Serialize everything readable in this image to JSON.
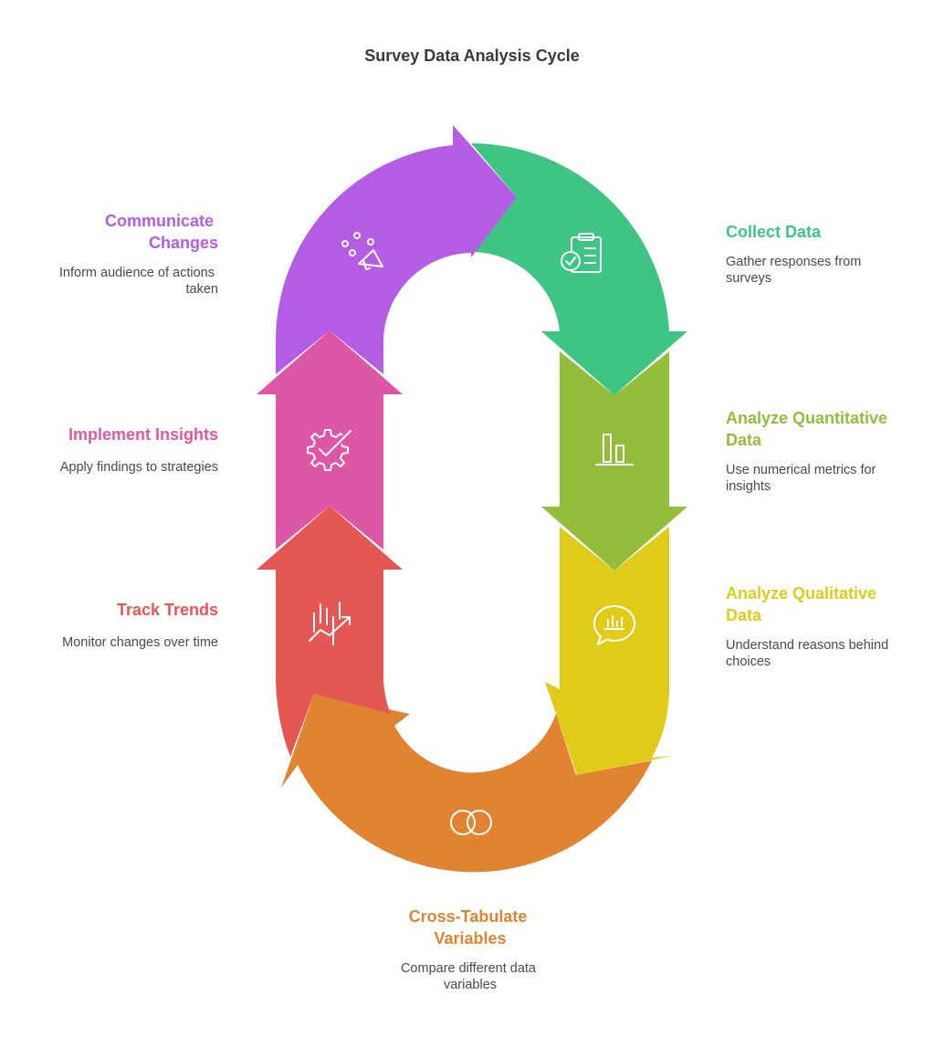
{
  "title": "Survey Data Analysis Cycle",
  "steps": [
    {
      "id": "collect",
      "title": [
        "Collect Data"
      ],
      "desc": [
        "Gather responses from",
        "surveys"
      ],
      "color": "#3EC483",
      "icon": "clipboard-check-icon"
    },
    {
      "id": "quant",
      "title": [
        "Analyze Quantitative",
        "Data"
      ],
      "desc": [
        "Use numerical metrics for",
        "insights"
      ],
      "color": "#92BE3C",
      "icon": "bar-chart-icon"
    },
    {
      "id": "qual",
      "title": [
        "Analyze Qualitative",
        "Data"
      ],
      "desc": [
        "Understand reasons behind",
        "choices"
      ],
      "color": "#DFCC19",
      "icon": "chat-chart-icon"
    },
    {
      "id": "cross",
      "title": [
        "Cross-Tabulate",
        "Variables"
      ],
      "desc": [
        "Compare different data",
        "variables"
      ],
      "color": "#E08432",
      "icon": "venn-circles-icon"
    },
    {
      "id": "trends",
      "title": [
        "Track Trends"
      ],
      "desc": [
        "Monitor changes over time"
      ],
      "color": "#E55753",
      "icon": "trend-chart-icon"
    },
    {
      "id": "implement",
      "title": [
        "Implement Insights"
      ],
      "desc": [
        "Apply findings to strategies"
      ],
      "color": "#DE57A7",
      "icon": "gear-check-icon"
    },
    {
      "id": "communicate",
      "title": [
        "Communicate",
        "Changes"
      ],
      "desc": [
        "Inform audience of actions",
        "taken"
      ],
      "color": "#B45CE3",
      "icon": "megaphone-icon"
    }
  ]
}
